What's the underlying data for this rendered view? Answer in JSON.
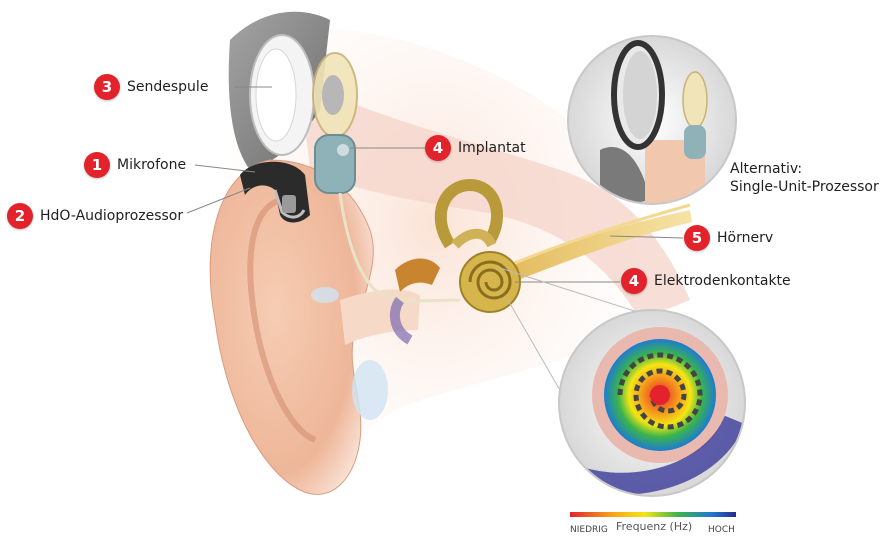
{
  "labels": {
    "sendespule": {
      "num": "3",
      "text": "Sendespule"
    },
    "mikrofone": {
      "num": "1",
      "text": "Mikrofone"
    },
    "audioprozessor": {
      "num": "2",
      "text": "HdO-Audioprozessor"
    },
    "implantat": {
      "num": "4",
      "text": "Implantat"
    },
    "hoernerv": {
      "num": "5",
      "text": "Hörnerv"
    },
    "elektroden": {
      "num": "4",
      "text": "Elektrodenkontakte"
    }
  },
  "alternative": {
    "line1": "Alternativ:",
    "line2": "Single-Unit-Prozessor"
  },
  "frequency": {
    "low": "NIEDRIG",
    "title": "Frequenz (Hz)",
    "high": "HOCH"
  },
  "colors": {
    "badge": "#e3232c",
    "skin": "#f2c2a6",
    "nerve": "#e8c66a",
    "cochlea": "#c9a23a"
  }
}
